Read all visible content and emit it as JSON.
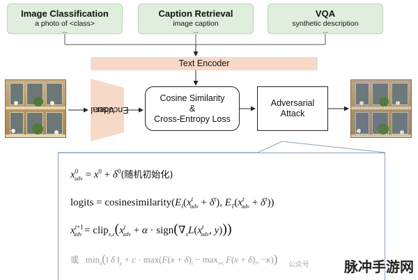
{
  "tasks": [
    {
      "title": "Image Classification",
      "subtitle": "a photo of <class>",
      "dots": "..."
    },
    {
      "title": "Caption Retrieval",
      "subtitle": "image caption",
      "dots": "..."
    },
    {
      "title": "VQA",
      "subtitle": "synthetic description",
      "dots": "..."
    }
  ],
  "text_encoder": "Text Encoder",
  "visual_encoder": {
    "line1": "Visual",
    "line2": "Encoder"
  },
  "similarity_box": {
    "line1": "Cosine Similarity",
    "line2": "&",
    "line3": "Cross-Entropy Loss"
  },
  "attack_box": {
    "line1": "Adversarial",
    "line2": "Attack"
  },
  "formulas": {
    "init_note": "(随机初始化)",
    "logits_label": "logits",
    "logits_fn": "cosinesimilarity",
    "clip_fn": "clip",
    "sign_fn": "sign",
    "alt_prefix": "或",
    "max_fn": "max"
  },
  "watermark": {
    "text": "脉冲手游网",
    "small": "公众号"
  },
  "colors": {
    "task_bg": "#dfeedd",
    "encoder_bg": "#f7d9c8",
    "panel_border": "#8aa0b8"
  }
}
